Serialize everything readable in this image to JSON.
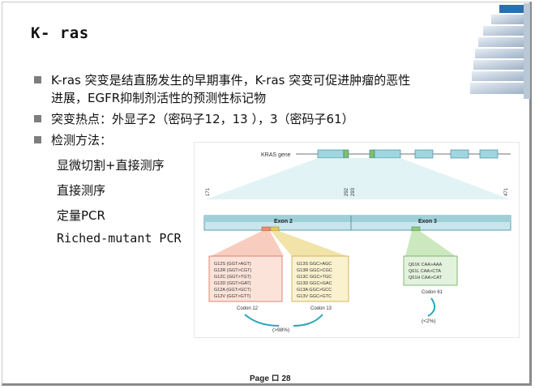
{
  "slide": {
    "title": "K- ras",
    "bullets": [
      {
        "line1": "K-ras 突变是结直肠发生的早期事件，K-ras 突变可促进肿瘤的恶性",
        "line2": "进展，EGFR抑制剂活性的预测性标记物"
      },
      {
        "line1": "突变热点：外显子2（密码子12，13 ），3（密码子61）"
      },
      {
        "line1": "检测方法："
      }
    ],
    "methods": [
      "显微切割+直接测序",
      "直接测序",
      "定量PCR",
      "Riched-mutant PCR"
    ]
  },
  "figure": {
    "gene_label": "KRAS gene",
    "coords": [
      "171",
      "292",
      "293",
      "471"
    ],
    "exon2_label": "Exon 2",
    "exon3_label": "Exon 3",
    "codon12": {
      "mutations": [
        "G12S (GGT>AGT)",
        "G12R (GGT>CGT)",
        "G12C (GGT>TGT)",
        "G12D (GGT>GAT)",
        "G12A (GGT>GCT)",
        "G12V (GGT>GTT)"
      ],
      "label": "Codon 12"
    },
    "codon13": {
      "mutations": [
        "G13S GGC>AGC",
        "G13R GGC>CGC",
        "G13C GGC>TGC",
        "G13D GGC>GAC",
        "G13A GGC>GCC",
        "G13V GGC>GTC"
      ],
      "label": "Codon 13"
    },
    "codon61": {
      "mutations": [
        "Q61K CAA>AAA",
        "Q61L CAA>CTA",
        "Q61H CAA>CAT"
      ],
      "label": "Codon 61"
    },
    "pct_exon2": "(>98%)",
    "pct_exon3": "(<2%)"
  },
  "footer": {
    "page": "Page ロ 28"
  },
  "colors": {
    "exon": "#7ec8d6",
    "codon12": "#f08a70",
    "codon13": "#e6c85a",
    "codon61": "#8cc97a"
  }
}
